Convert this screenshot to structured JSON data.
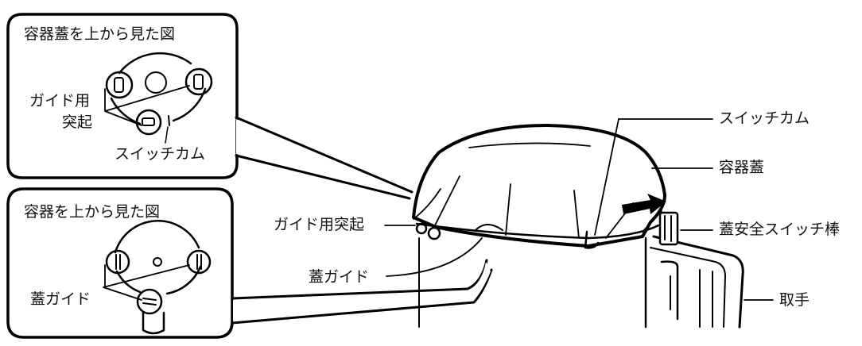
{
  "top_view_lid": {
    "title": "容器蓋を上から見た図",
    "guide_label_line1": "ガイド用",
    "guide_label_line2": "突起",
    "cam_label": "スイッチカム"
  },
  "top_view_container": {
    "title": "容器を上から見た図",
    "guide_label": "蓋ガイド"
  },
  "main": {
    "switch_cam": "スイッチカム",
    "lid": "容器蓋",
    "guide_protrusion": "ガイド用突起",
    "safety_switch_rod": "蓋安全スイッチ棒",
    "lid_guide": "蓋ガイド",
    "handle": "取手"
  },
  "colors": {
    "stroke": "#000000",
    "background": "#ffffff"
  }
}
